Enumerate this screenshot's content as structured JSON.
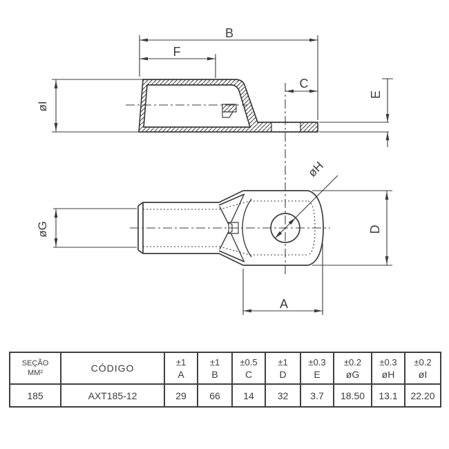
{
  "drawing": {
    "labels": {
      "B": "B",
      "F": "F",
      "C": "C",
      "E": "E",
      "A": "A",
      "D": "D",
      "phi_i": "øI",
      "phi_g": "øG",
      "phi_h": "øH"
    }
  },
  "table": {
    "section_header": {
      "line1": "SEÇÃO",
      "line2": "MM²"
    },
    "code_header": "CÓDIGO",
    "dim_columns": [
      {
        "tol": "±1",
        "dim": "A"
      },
      {
        "tol": "±1",
        "dim": "B"
      },
      {
        "tol": "±0.5",
        "dim": "C"
      },
      {
        "tol": "±1",
        "dim": "D"
      },
      {
        "tol": "±0.3",
        "dim": "E"
      },
      {
        "tol": "±0.2",
        "dim": "øG"
      },
      {
        "tol": "±0.3",
        "dim": "øH"
      },
      {
        "tol": "±0.2",
        "dim": "øI"
      }
    ],
    "rows": [
      {
        "section": "185",
        "code": "AXT185-12",
        "values": [
          "29",
          "66",
          "14",
          "32",
          "3.7",
          "18.50",
          "13.1",
          "22.20"
        ]
      }
    ]
  }
}
